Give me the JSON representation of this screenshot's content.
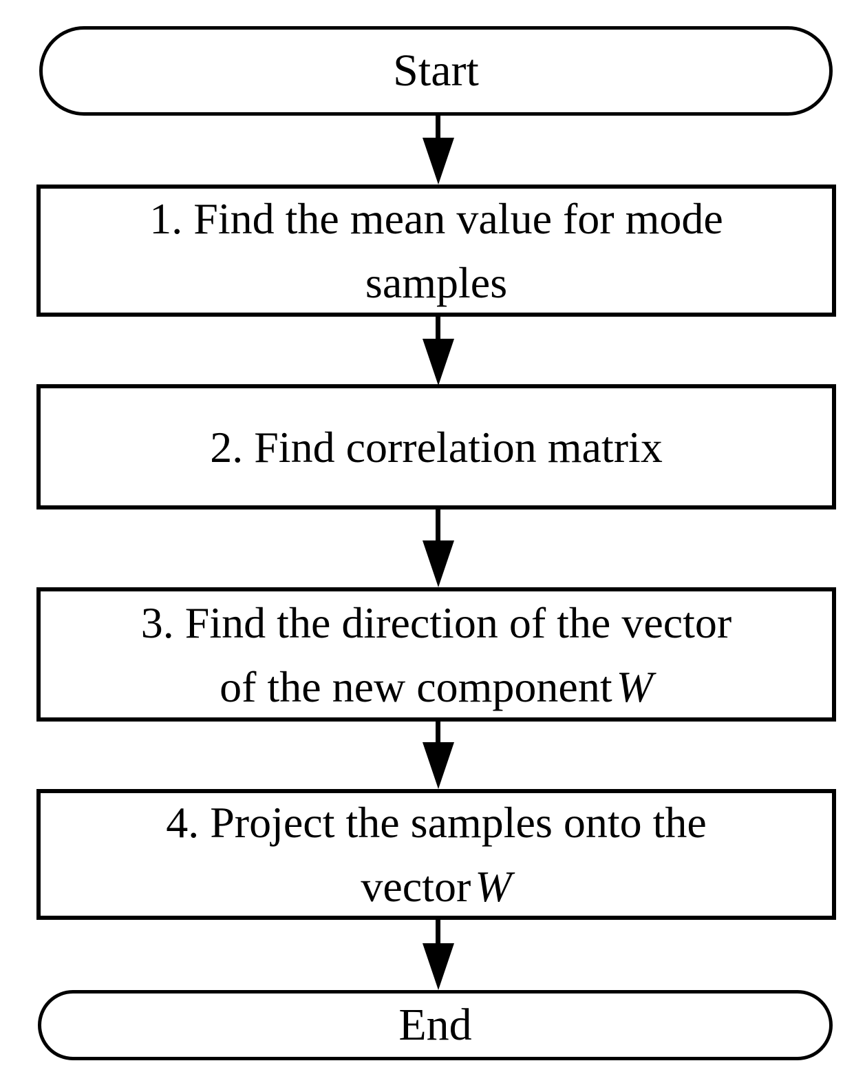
{
  "diagram": {
    "type": "flowchart",
    "colors": {
      "stroke": "#000000",
      "fill": "#ffffff",
      "background": "#ffffff"
    },
    "nodes": {
      "start": {
        "label": "Start"
      },
      "step1": {
        "line1": "1. Find the mean value for mode",
        "line2": "samples"
      },
      "step2": {
        "line1": "2. Find correlation matrix"
      },
      "step3": {
        "line1": "3. Find the direction of the vector",
        "line2": "of the new component",
        "math": "W"
      },
      "step4": {
        "line1": "4. Project the samples onto the",
        "line2": "vector",
        "math": "W"
      },
      "end": {
        "label": "End"
      }
    },
    "edges": [
      "start->step1",
      "step1->step2",
      "step2->step3",
      "step3->step4",
      "step4->end"
    ]
  }
}
